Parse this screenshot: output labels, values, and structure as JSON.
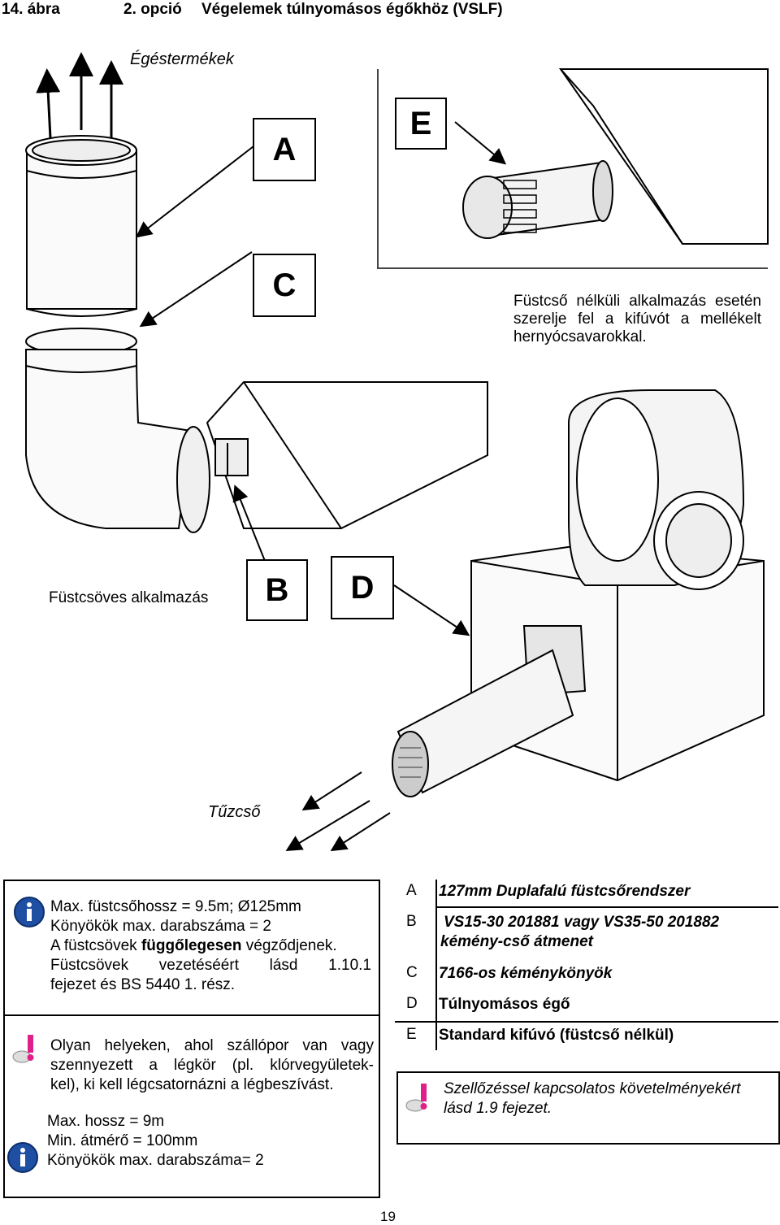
{
  "header": {
    "figure_label": "14. ábra",
    "option_label": "2. opció",
    "title": "Végelemek túlnyomásos égőkhöz (VSLF)"
  },
  "diagram": {
    "exhaust_label": "Égéstermékek",
    "letter_a": "A",
    "letter_b": "B",
    "letter_c": "C",
    "letter_d": "D",
    "letter_e": "E",
    "no_flue_note": "Füstcső nélküli alkalmazás esetén szerelje fel a kifúvót a mellékelt hernyócsavarokkal.",
    "flue_application_label": "Füstcsöves alkalmazás",
    "fire_tube_label": "Tűzcső"
  },
  "info_box": {
    "line1": "Max. füstcsőhossz = 9.5m; Ø125mm",
    "line2": "Könyökök max. darabszáma = 2",
    "line3_pre": "A füstcsövek ",
    "line3_bold": "függőlegesen",
    "line3_post": " végződjenek.",
    "line4": "Füstcsövek vezetéséért lásd 1.10.1",
    "line5": "fejezet és BS 5440 1. rész."
  },
  "warning_box": {
    "text1": "Olyan helyeken, ahol szállópor van vagy",
    "text2": "szennyezett a légkör (pl. klórvegyületek-",
    "text3": "kel), ki kell légcsatornázni a légbeszívást.",
    "max_length": "Max. hossz = 9m",
    "min_diameter": "Min. átmérő = 100mm",
    "elbows": "Könyökök max. darabszáma= 2"
  },
  "legend": [
    {
      "key": "A",
      "value": "127mm Duplafalú füstcsőrendszer"
    },
    {
      "key": "B",
      "value": "VS15-30 201881 vagy VS35-50 201882",
      "value2": "kémény-cső átmenet"
    },
    {
      "key": "C",
      "value": "7166-os kéménykönyök"
    },
    {
      "key": "D",
      "value": "Túlnyomásos égő"
    },
    {
      "key": "E",
      "value": "Standard kifúvó (füstcső nélkül)"
    }
  ],
  "ventilation_note": {
    "line1": "Szellőzéssel kapcsolatos követelményekért",
    "line2": "lásd 1.9 fejezet."
  },
  "page_number": "19",
  "colors": {
    "line": "#000000",
    "fill_light": "#f2f2f2",
    "fill_mid": "#d9d9d9",
    "info_blue": "#1f4fa3",
    "warn_pink": "#e0208a"
  }
}
